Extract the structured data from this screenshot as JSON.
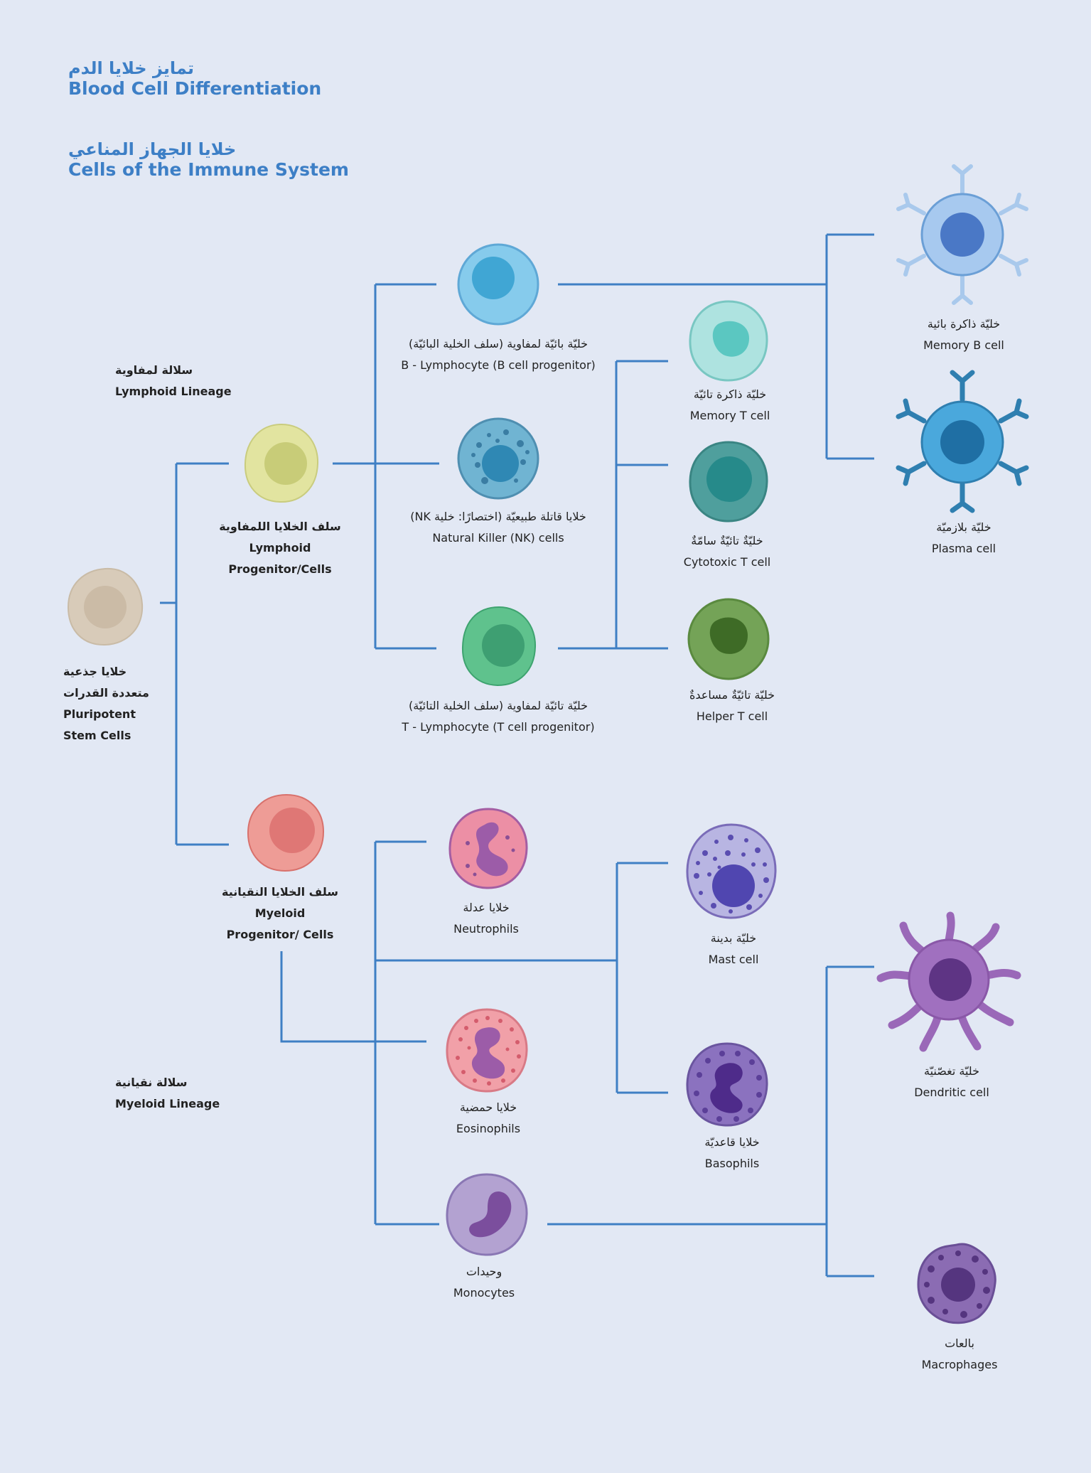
{
  "header": {
    "title_ar": "تمايز خلايا الدم",
    "title_en": "Blood Cell Differentiation",
    "subtitle_ar": "خلايا الجهاز المناعي",
    "subtitle_en": "Cells of the Immune System"
  },
  "lineages": {
    "lymphoid": {
      "ar": "سلالة لمفاوية",
      "en": "Lymphoid Lineage"
    },
    "myeloid": {
      "ar": "سلالة نقيانية",
      "en": "Myeloid Lineage"
    }
  },
  "cells": {
    "stem": {
      "ar1": "خلايا جذعية",
      "ar2": "متعددة القدرات",
      "en1": "Pluripotent",
      "en2": "Stem Cells"
    },
    "lymphoid_progenitor": {
      "ar": "سلف الخلايا اللمفاوية",
      "en1": "Lymphoid",
      "en2": "Progenitor/Cells"
    },
    "myeloid_progenitor": {
      "ar": "سلف الخلايا النقيانية",
      "en1": "Myeloid",
      "en2": "Progenitor/ Cells"
    },
    "b_lymphocyte": {
      "ar": "خليّة بائيّة لمفاوية (سلف الخلية البائيّة)",
      "en": "B - Lymphocyte (B cell progenitor)"
    },
    "nk": {
      "ar": "خلايا قاتلة طبيعيّة (اختصارًا: خلية NK)",
      "en": "Natural Killer (NK) cells"
    },
    "t_lymphocyte": {
      "ar": "خليّة تائيّة لمفاوية (سلف الخلية التائيّة)",
      "en": "T - Lymphocyte (T cell progenitor)"
    },
    "memory_t": {
      "ar": "خليّة ذاكرة تائيّة",
      "en": "Memory T cell"
    },
    "cytotoxic_t": {
      "ar": "خليّةٌ تائيّةٌ سامّةٌ",
      "en": "Cytotoxic T cell"
    },
    "helper_t": {
      "ar": "خليّة تائيّةٌ مساعدةٌ",
      "en": "Helper T cell"
    },
    "memory_b": {
      "ar": "خليّة ذاكرة بائية",
      "en": "Memory B cell"
    },
    "plasma": {
      "ar": "خليّة بلازميّة",
      "en": "Plasma cell"
    },
    "neutrophils": {
      "ar": "خلايا عدلة",
      "en": "Neutrophils"
    },
    "eosinophils": {
      "ar": "خلايا حمضية",
      "en": "Eosinophils"
    },
    "monocytes": {
      "ar": "وحيدات",
      "en": "Monocytes"
    },
    "mast": {
      "ar": "خليّة بدينة",
      "en": "Mast cell"
    },
    "basophils": {
      "ar": "خلايا قاعديّة",
      "en": "Basophils"
    },
    "dendritic": {
      "ar": "خليّة تغصّنيّة",
      "en": "Dendritic cell"
    },
    "macrophages": {
      "ar": "بالعات",
      "en": "Macrophages"
    }
  },
  "colors": {
    "line": "#3f7fc4",
    "title": "#3d7fc6",
    "background": "#e2e8f4"
  }
}
